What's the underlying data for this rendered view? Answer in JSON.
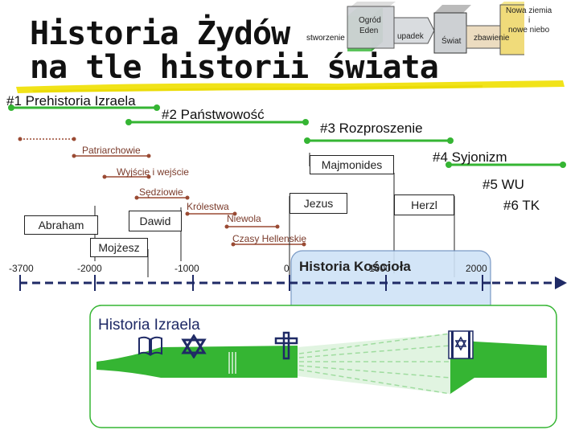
{
  "title": {
    "line1": "Historia Żydów",
    "line2": "na tle historii świata"
  },
  "creation": {
    "stworzenie": "stworzenie",
    "ogrod_line1": "Ogród",
    "ogrod_line2": "Eden",
    "upadek": "upadek",
    "swiat": "Świat",
    "zbawienie": "zbawienie",
    "nowa_line1": "Nowa ziemia",
    "nowa_line2": "i",
    "nowa_line3": "nowe niebo"
  },
  "periods": {
    "p1": "#1 Prehistoria Izraela",
    "p2": "#2 Państwowość",
    "p3": "#3 Rozproszenie",
    "p4": "#4 Syjonizm",
    "p5": "#5 WU",
    "p6": "#6 TK"
  },
  "sub": {
    "patriarchowie": "Patriarchowie",
    "wyjscie": "Wyjście i wejście",
    "sedziowie": "Sędziowie",
    "krolestwa": "Królestwa",
    "niewola": "Niewola",
    "czasy": "Czasy Hellenskie"
  },
  "people": {
    "abraham": "Abraham",
    "dawid": "Dawid",
    "mojzesz": "Mojżesz",
    "jezus": "Jezus",
    "majmonides": "Majmonides",
    "herzl": "Herzl"
  },
  "timeline": {
    "t1": "-3700",
    "t2": "-2000",
    "t3": "-1000",
    "t4": "0",
    "t5": "1000",
    "t6": "2000"
  },
  "kosciol": "Historia Kościoła",
  "izrael": "Historia Izraela",
  "icons": [
    "book-icon",
    "star-of-david-icon",
    "cross-icon",
    "israel-flag-icon"
  ],
  "colors": {
    "green": "#35b533",
    "brown": "#9a4a33",
    "navy": "#1f2a66",
    "yellow": "#f0e000",
    "blue_panel": "#cfe3f7"
  }
}
